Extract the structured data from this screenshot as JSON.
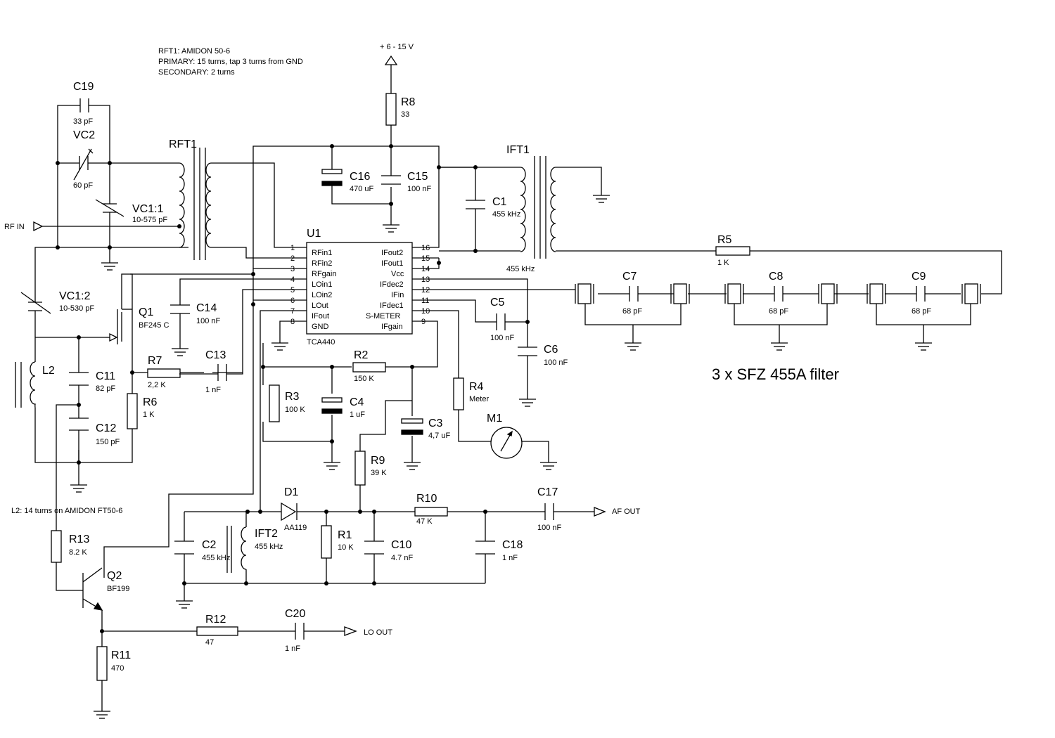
{
  "notes": {
    "rft1_line1": "RFT1: AMIDON 50-6",
    "rft1_line2": "PRIMARY: 15 turns, tap 3 turns from GND",
    "rft1_line3": "SECONDARY: 2 turns",
    "l2": "L2: 14 turns on AMIDON FT50-6",
    "filter": "3 x SFZ 455A filter"
  },
  "ports": {
    "supply": "+ 6 - 15 V",
    "rf_in": "RF IN",
    "af_out": "AF OUT",
    "lo_out": "LO OUT"
  },
  "ic": {
    "ref": "U1",
    "part": "TCA440",
    "left_pins": [
      {
        "num": "1",
        "name": "RFin1"
      },
      {
        "num": "2",
        "name": "RFin2"
      },
      {
        "num": "3",
        "name": "RFgain"
      },
      {
        "num": "4",
        "name": "LOin1"
      },
      {
        "num": "5",
        "name": "LOin2"
      },
      {
        "num": "6",
        "name": "LOut"
      },
      {
        "num": "7",
        "name": "IFout"
      },
      {
        "num": "8",
        "name": "GND"
      }
    ],
    "right_pins": [
      {
        "num": "16",
        "name": "IFout2"
      },
      {
        "num": "15",
        "name": "IFout1"
      },
      {
        "num": "14",
        "name": "Vcc"
      },
      {
        "num": "13",
        "name": "IFdec2"
      },
      {
        "num": "12",
        "name": "IFin"
      },
      {
        "num": "11",
        "name": "IFdec1"
      },
      {
        "num": "10",
        "name": "S-METER"
      },
      {
        "num": "9",
        "name": "IFgain"
      }
    ]
  },
  "components": {
    "C19": {
      "ref": "C19",
      "value": "33 pF"
    },
    "VC2": {
      "ref": "VC2",
      "value": "60 pF"
    },
    "VC1_1": {
      "ref": "VC1:1",
      "value": "10-575 pF"
    },
    "VC1_2": {
      "ref": "VC1:2",
      "value": "10-530 pF"
    },
    "RFT1": {
      "ref": "RFT1"
    },
    "IFT1": {
      "ref": "IFT1",
      "value": "455 kHz"
    },
    "IFT2": {
      "ref": "IFT2",
      "value": "455 kHz"
    },
    "R8": {
      "ref": "R8",
      "value": "33"
    },
    "C16": {
      "ref": "C16",
      "value": "470 uF"
    },
    "C15": {
      "ref": "C15",
      "value": "100 nF"
    },
    "C1": {
      "ref": "C1",
      "value": "455 kHz"
    },
    "R5": {
      "ref": "R5",
      "value": "1 K"
    },
    "C7": {
      "ref": "C7",
      "value": "68 pF"
    },
    "C8": {
      "ref": "C8",
      "value": "68 pF"
    },
    "C9": {
      "ref": "C9",
      "value": "68 pF"
    },
    "Q1": {
      "ref": "Q1",
      "value": "BF245 C"
    },
    "C14": {
      "ref": "C14",
      "value": "100 nF"
    },
    "C13": {
      "ref": "C13",
      "value": "1 nF"
    },
    "R7": {
      "ref": "R7",
      "value": "2,2 K"
    },
    "C11": {
      "ref": "C11",
      "value": "82 pF"
    },
    "R6": {
      "ref": "R6",
      "value": "1 K"
    },
    "C12": {
      "ref": "C12",
      "value": "150 pF"
    },
    "L2": {
      "ref": "L2"
    },
    "C5": {
      "ref": "C5",
      "value": "100 nF"
    },
    "C6": {
      "ref": "C6",
      "value": "100 nF"
    },
    "R2": {
      "ref": "R2",
      "value": "150 K"
    },
    "R3": {
      "ref": "R3",
      "value": "100 K"
    },
    "C4": {
      "ref": "C4",
      "value": "1 uF"
    },
    "C3": {
      "ref": "C3",
      "value": "4,7 uF"
    },
    "R4": {
      "ref": "R4",
      "value": "Meter"
    },
    "M1": {
      "ref": "M1"
    },
    "R9": {
      "ref": "R9",
      "value": "39 K"
    },
    "D1": {
      "ref": "D1",
      "value": "AA119"
    },
    "R10": {
      "ref": "R10",
      "value": "47 K"
    },
    "C17": {
      "ref": "C17",
      "value": "100 nF"
    },
    "C2": {
      "ref": "C2",
      "value": "455 kHz"
    },
    "R1": {
      "ref": "R1",
      "value": "10 K"
    },
    "C10": {
      "ref": "C10",
      "value": "4.7 nF"
    },
    "C18": {
      "ref": "C18",
      "value": "1 nF"
    },
    "R13": {
      "ref": "R13",
      "value": "8.2 K"
    },
    "Q2": {
      "ref": "Q2",
      "value": "BF199"
    },
    "R12": {
      "ref": "R12",
      "value": "47"
    },
    "C20": {
      "ref": "C20",
      "value": "1 nF"
    },
    "R11": {
      "ref": "R11",
      "value": "470"
    }
  }
}
